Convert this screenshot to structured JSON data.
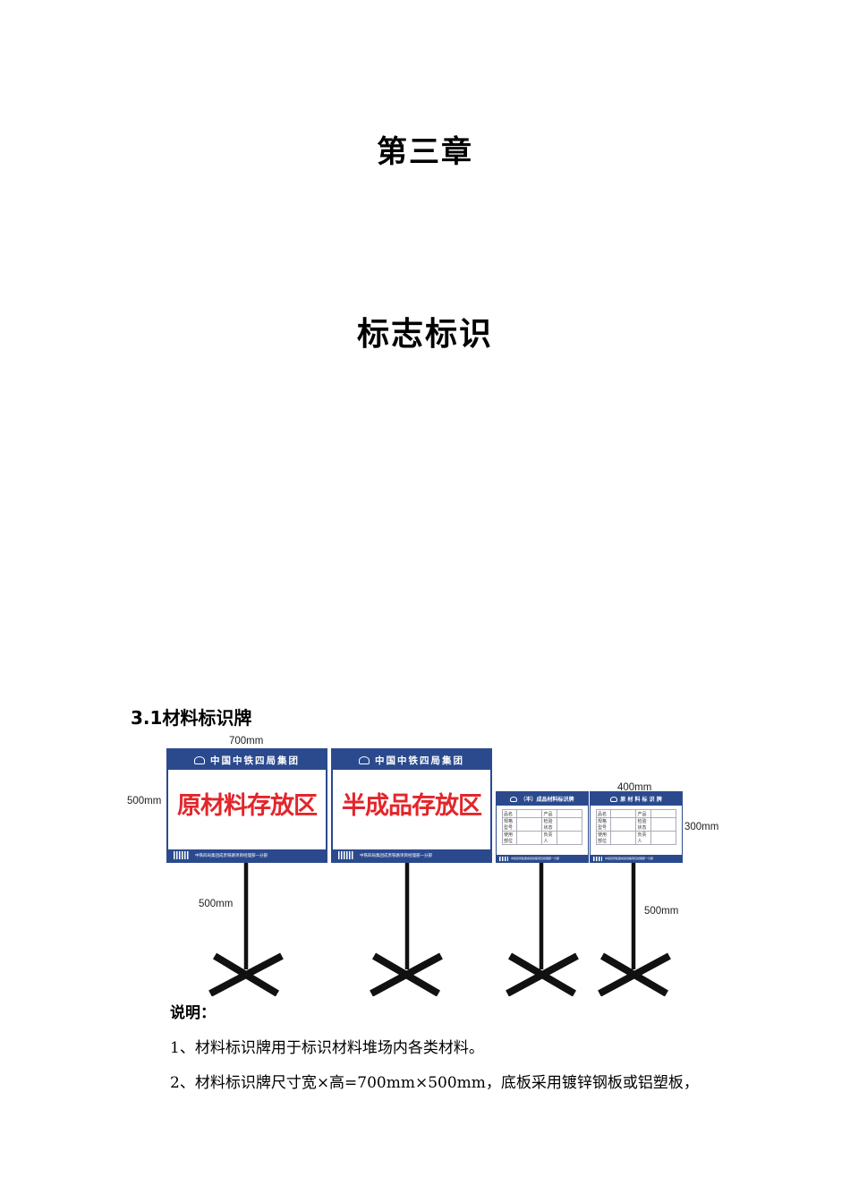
{
  "chapter": "第三章",
  "title": "标志标识",
  "section": "3.1材料标识牌",
  "figure": {
    "dims": {
      "w700": "700mm",
      "h500_left": "500mm",
      "pole500_left": "500mm",
      "w400": "400mm",
      "h300": "300mm",
      "pole500_right": "500mm"
    },
    "big_signs": [
      {
        "header": "中国中铁四局集团",
        "main": "原材料存放区",
        "footer": "中铁四局集团成贵铁路项目经理部一分部"
      },
      {
        "header": "中国中铁四局集团",
        "main": "半成品存放区",
        "footer": "中铁四局集团成贵铁路项目经理部一分部"
      }
    ],
    "small_signs": [
      {
        "header": "（半）成品材料标识牌",
        "rows": [
          [
            "品名",
            "",
            "产品",
            ""
          ],
          [
            "规格型号",
            "",
            "检验状态",
            ""
          ],
          [
            "使用部位",
            "",
            "负责人",
            ""
          ]
        ],
        "footer": "中铁四局集团成贵铁路项目经理部一分部"
      },
      {
        "header": "原 材 料 标 识 牌",
        "rows": [
          [
            "品名",
            "",
            "产品",
            ""
          ],
          [
            "规格型号",
            "",
            "检验状态",
            ""
          ],
          [
            "使用部位",
            "",
            "负责人",
            ""
          ]
        ],
        "footer": "中铁四局集团成贵铁路项目经理部一分部"
      }
    ]
  },
  "notes": {
    "heading": "说明：",
    "items": [
      "1、材料标识牌用于标识材料堆场内各类材料。",
      "2、材料标识牌尺寸宽×高=700mm×500mm，底板采用镀锌钢板或铝塑板，"
    ]
  },
  "colors": {
    "sign_blue": "#2b4a8e",
    "sign_red": "#e2262b",
    "pole": "#111111"
  }
}
